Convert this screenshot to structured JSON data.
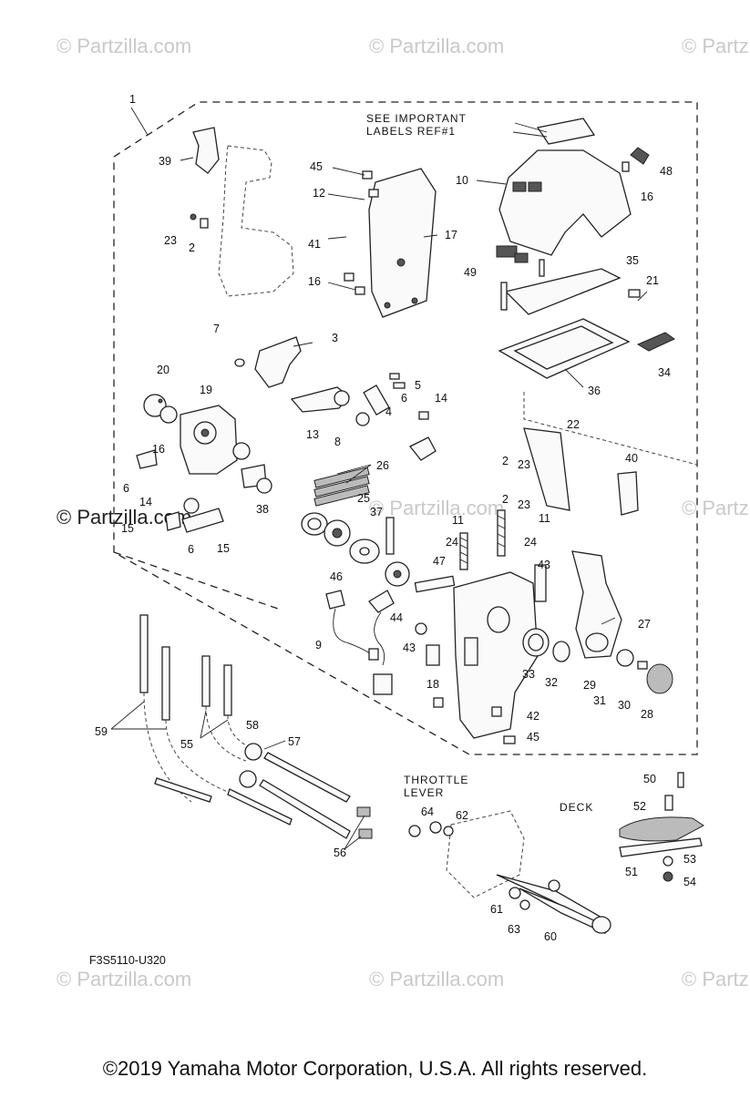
{
  "watermark_text": "© Partzilla.com",
  "watermark_strong_text": "© Partzilla.com",
  "notes": {
    "labels_line1": "SEE IMPORTANT",
    "labels_line2": "LABELS REF#1",
    "throttle_line1": "THROTTLE",
    "throttle_line2": "LEVER",
    "deck": "DECK",
    "figure_code": "F3S5110-U320"
  },
  "callouts": [
    "1",
    "39",
    "23",
    "2",
    "45",
    "12",
    "41",
    "16",
    "17",
    "10",
    "48",
    "16",
    "49",
    "35",
    "21",
    "34",
    "36",
    "7",
    "3",
    "20",
    "19",
    "5",
    "6",
    "4",
    "14",
    "13",
    "8",
    "16",
    "22",
    "2",
    "23",
    "2",
    "23",
    "40",
    "14",
    "6",
    "15",
    "38",
    "26",
    "25",
    "37",
    "11",
    "11",
    "24",
    "24",
    "43",
    "47",
    "6",
    "15",
    "46",
    "9",
    "44",
    "43",
    "18",
    "27",
    "33",
    "32",
    "29",
    "31",
    "30",
    "28",
    "42",
    "45",
    "59",
    "55",
    "58",
    "57",
    "56",
    "50",
    "52",
    "64",
    "62",
    "51",
    "53",
    "54",
    "61",
    "63",
    "60"
  ],
  "copyright": "©2019  Yamaha Motor Corporation, U.S.A. All rights reserved."
}
